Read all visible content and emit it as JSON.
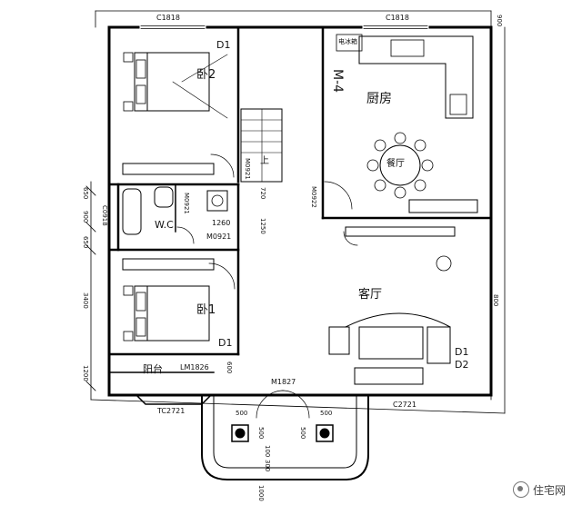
{
  "rooms": {
    "bedroom2": "卧2",
    "bedroom1": "卧1",
    "kitchen": "厨房",
    "dining": "餐厅",
    "living": "客厅",
    "wc": "W.C",
    "balcony": "阳台",
    "stair_up": "上"
  },
  "codes": {
    "window_top_left": "C1818",
    "window_top_right": "C1818",
    "door_d1_top": "D1",
    "door_d1_bottom": "D1",
    "door_d1_right": "D1",
    "door_d2_right": "D2",
    "m4_label": "M-4",
    "door_m0921_stair": "M0921",
    "door_m0921_wc": "M0921",
    "door_m0921_wc2": "M0921",
    "door_m0922": "M0922",
    "door_lm1826": "LM1826",
    "door_m1827": "M1827",
    "window_c0918": "C0918",
    "window_c2721_left": "TC2721",
    "window_c2721_right": "C2721",
    "fridge": "电冰箱"
  },
  "dims": {
    "top_right": "900",
    "left_a": "650",
    "left_b": "900",
    "left_c": "650",
    "left_d": "3400",
    "left_e": "1200",
    "wc_1260": "1260",
    "stair_1250": "1250",
    "stair_720": "720",
    "right_800": "800",
    "balcony_600": "600",
    "porch_500a": "500",
    "porch_500b": "500",
    "porch_500c": "500",
    "porch_500d": "500",
    "porch_100": "100",
    "porch_300": "300",
    "porch_1000": "1000"
  },
  "watermark": "住宅网"
}
